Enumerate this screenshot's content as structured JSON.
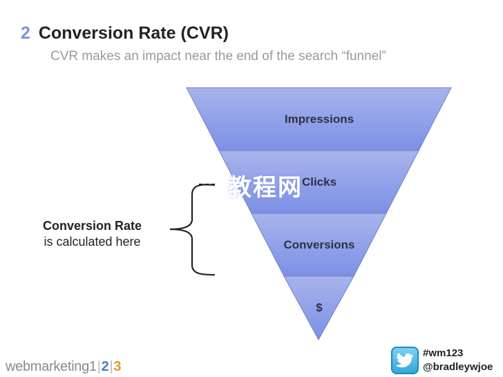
{
  "header": {
    "number": "2",
    "title": "Conversion Rate (CVR)",
    "subtitle": "CVR makes an impact near the end of the search “funnel”"
  },
  "funnel": {
    "stages": [
      {
        "label": "Impressions"
      },
      {
        "label": "Clicks"
      },
      {
        "label": "Conversions"
      },
      {
        "label": "$"
      }
    ],
    "colors": {
      "top": "#a7b3ea",
      "bottom": "#7a8fe4",
      "edge": "#6b7cc8"
    }
  },
  "annotation": {
    "strong": "Conversion Rate",
    "plain": "is calculated here"
  },
  "watermark": "教程网",
  "footer": {
    "logo_text": "webmarketing",
    "logo_n1": "1",
    "logo_n2": "2",
    "logo_n3": "3",
    "hashtag": "#wm123",
    "handle": "@bradleywjoe"
  },
  "icons": {
    "twitter": "twitter-bird-icon",
    "brace": "curly-brace-icon"
  }
}
